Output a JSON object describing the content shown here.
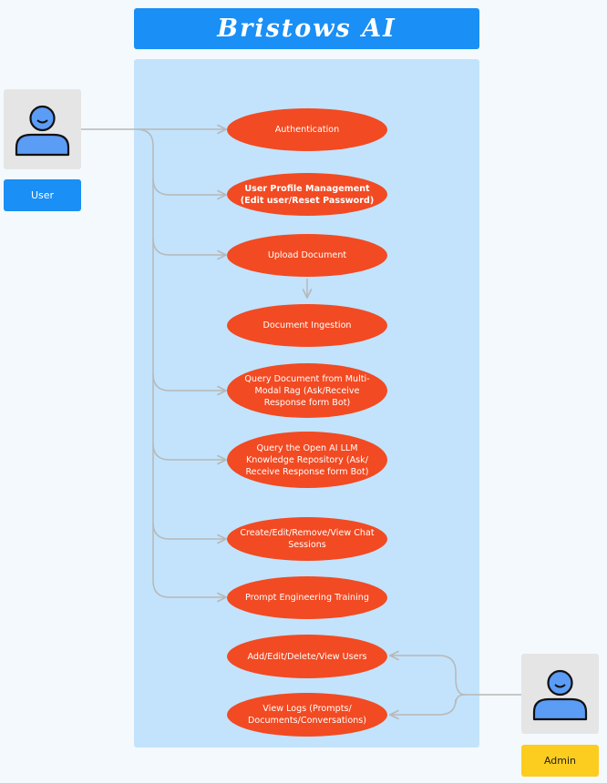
{
  "header": {
    "title": "Bristows AI"
  },
  "actors": {
    "user": {
      "label": "User",
      "icon": "user-icon"
    },
    "admin": {
      "label": "Admin",
      "icon": "admin-icon"
    }
  },
  "use_cases": [
    {
      "id": "authentication",
      "label": "Authentication"
    },
    {
      "id": "profile",
      "label": "User Profile Management\n(Edit user/Reset Password)"
    },
    {
      "id": "upload",
      "label": "Upload Document"
    },
    {
      "id": "ingestion",
      "label": "Document Ingestion"
    },
    {
      "id": "query-rag",
      "label": "Query Document from Multi-Modal Rag (Ask/Receive Response form Bot)"
    },
    {
      "id": "query-llm",
      "label": "Query the Open AI LLM Knowledge Repository (Ask/ Receive Response form Bot)"
    },
    {
      "id": "chat-sessions",
      "label": "Create/Edit/Remove/View Chat Sessions"
    },
    {
      "id": "prompt-training",
      "label": "Prompt Engineering Training"
    },
    {
      "id": "manage-users",
      "label": "Add/Edit/Delete/View Users"
    },
    {
      "id": "view-logs",
      "label": "View Logs (Prompts/ Documents/Conversations)"
    }
  ],
  "colors": {
    "title_bar": "#1a8ff5",
    "panel": "#c2e3fb",
    "use_case": "#f24a22",
    "user_label": "#1a8ff5",
    "admin_label": "#fccd1f",
    "actor_icon": "#5b9cf5",
    "connector": "#b8b8b8"
  }
}
